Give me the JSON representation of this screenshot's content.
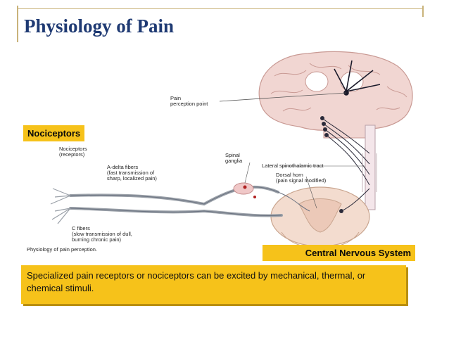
{
  "slide": {
    "title": "Physiology of Pain",
    "accent_gold": "#f6c21a",
    "title_color": "#1f3a73"
  },
  "diagram": {
    "labels": {
      "pain_perception_point_1": "Pain",
      "pain_perception_point_2": "perception point",
      "nociceptors_1": "Nociceptors",
      "nociceptors_2": "(receptors)",
      "a_delta_1": "A-delta fibers",
      "a_delta_2": "(fast transmission of",
      "a_delta_3": "sharp, localized pain)",
      "spinal_ganglia_1": "Spinal",
      "spinal_ganglia_2": "ganglia",
      "lateral_tract": "Lateral spinothalamic tract",
      "dorsal_horn_1": "Dorsal horn",
      "dorsal_horn_2": "(pain signal modified)",
      "c_fibers_1": "C fibers",
      "c_fibers_2": "(slow transmission of dull,",
      "c_fibers_3": "burning chronic pain)",
      "caption": "Physiology of pain perception."
    }
  },
  "callouts": {
    "nociceptors": "Nociceptors",
    "cns": "Central Nervous System",
    "description": "Specialized pain receptors or nociceptors can be excited by mechanical, thermal, or chemical stimuli."
  }
}
